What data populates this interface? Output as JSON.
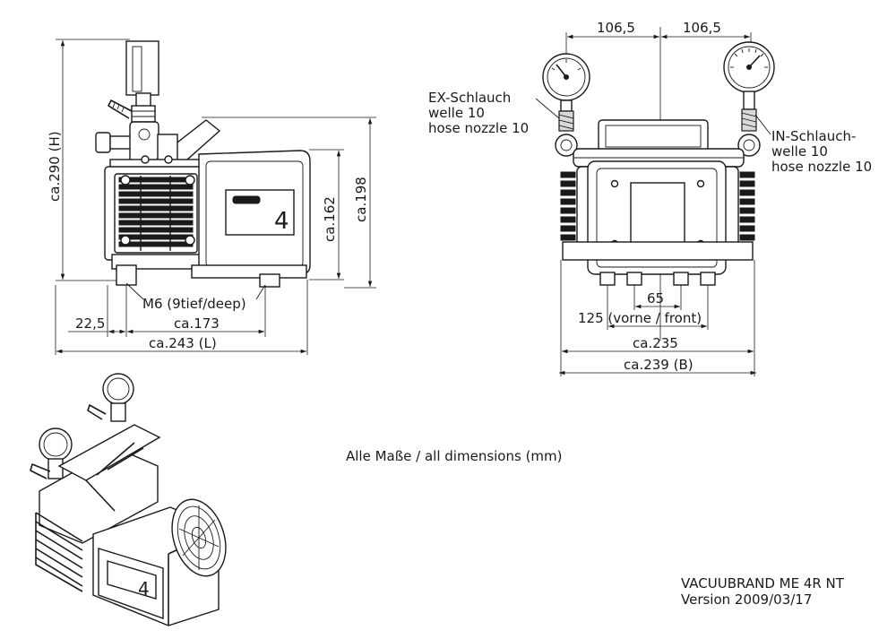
{
  "side_view": {
    "height": "ca.290 (H)",
    "height_inner_162": "ca.162",
    "height_198": "ca.198",
    "thread_callout": "M6 (9tief/deep)",
    "offset": "22,5",
    "length_173": "ca.173",
    "length_total": "ca.243 (L)",
    "badge_number": "4"
  },
  "front_view": {
    "half_left": "106,5",
    "half_right": "106,5",
    "ex_hose": [
      "EX-Schlauch",
      "welle 10",
      "hose nozzle 10"
    ],
    "in_hose": [
      "IN-Schlauch-",
      "welle 10",
      "hose nozzle 10"
    ],
    "foot_65": "65",
    "foot_125": "125 (vorne / front)",
    "width_235": "ca.235",
    "width_total": "ca.239 (B)"
  },
  "iso_view": {
    "badge_number": "4"
  },
  "notes": {
    "units": "Alle Maße / all dimensions (mm)",
    "model": "VACUUBRAND ME 4R NT",
    "version": "Version 2009/03/17"
  }
}
